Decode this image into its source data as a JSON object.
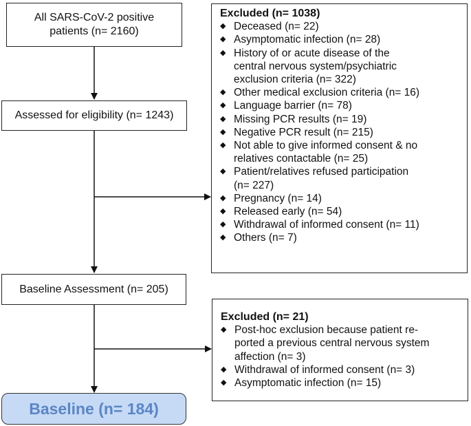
{
  "boxes": {
    "all_positive": "All SARS-CoV-2 positive\npatients (n= 2160)",
    "assessed": "Assessed for eligibility (n= 1243)",
    "baseline_assessment": "Baseline Assessment (n= 205)",
    "baseline": "Baseline (n= 184)"
  },
  "excluded_1": {
    "title": "Excluded (n= 1038)",
    "items": [
      "Deceased (n= 22)",
      "Asymptomatic infection (n= 28)",
      "History of or acute disease of the\ncentral nervous system/psychiatric\nexclusion criteria (n= 322)",
      "Other medical exclusion criteria (n= 16)",
      "Language barrier (n= 78)",
      "Missing PCR results (n= 19)",
      "Negative PCR result (n= 215)",
      "Not able to give informed consent & no\nrelatives contactable (n= 25)",
      "Patient/relatives refused participation\n(n= 227)",
      "Pregnancy (n= 14)",
      "Released early (n= 54)",
      "Withdrawal of informed consent (n= 11)",
      "Others (n= 7)"
    ]
  },
  "excluded_2": {
    "title": "Excluded (n= 21)",
    "items": [
      "Post-hoc exclusion because patient re-\nported a previous central nervous system\naffection (n= 3)",
      "Withdrawal of informed consent (n= 3)",
      "Asymptomatic infection (n= 15)"
    ]
  },
  "bullet_glyph": "◆",
  "colors": {
    "baseline_fill": "#c7daf5",
    "baseline_text": "#5b86c6"
  }
}
